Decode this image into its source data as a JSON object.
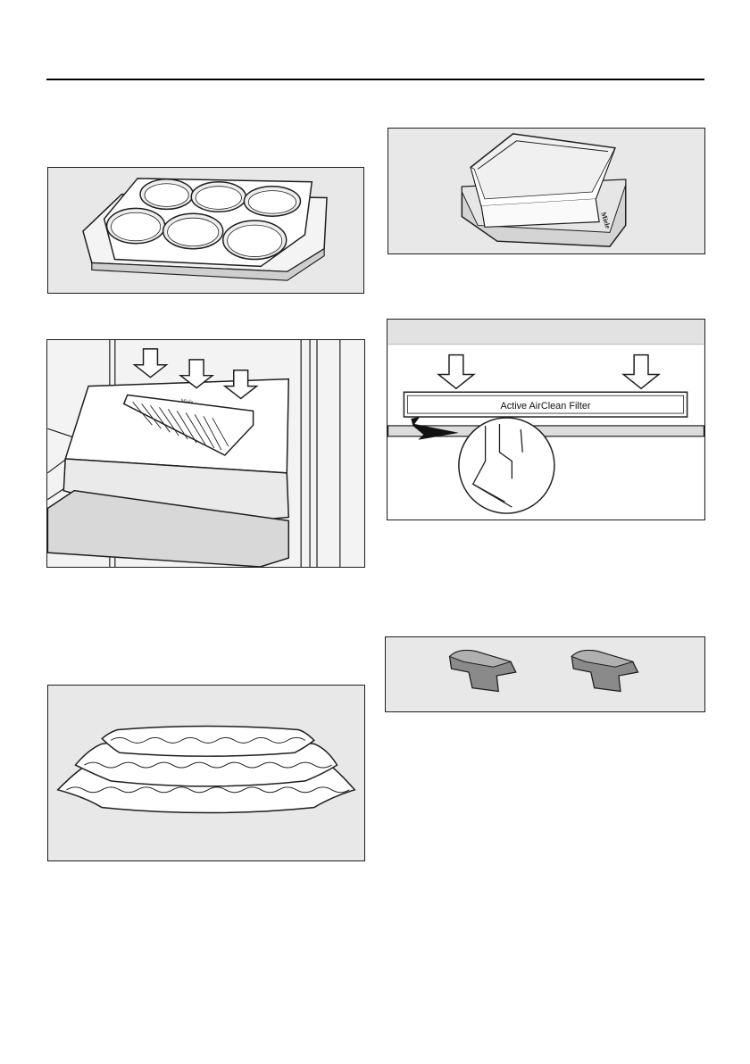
{
  "figures": {
    "egg_tray": {
      "icon": "egg-tray-illustration"
    },
    "storage_box": {
      "icon": "storage-box-illustration",
      "brand": "Miele"
    },
    "bottle_holder": {
      "icon": "bottle-holder-illustration",
      "brand": "Miele"
    },
    "air_filter": {
      "icon": "air-filter-illustration",
      "label": "Active AirClean Filter"
    },
    "filter_clips": {
      "icon": "filter-clips-illustration"
    },
    "anti_slip_mat": {
      "icon": "anti-slip-mat-illustration"
    }
  },
  "colors": {
    "panel": "#e8e8e8",
    "line": "#1e1e1e",
    "glass": "#f2f2f2",
    "dark_part": "#8a8a8a"
  }
}
